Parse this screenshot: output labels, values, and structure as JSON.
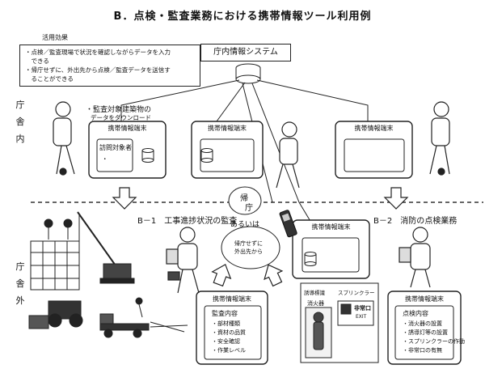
{
  "title": "B．点検・監査業務における携帯情報ツール利用例",
  "benefits": {
    "heading": "活用効果",
    "lines": [
      "・点検／監査現場で状況を確認しながらデータを入力",
      "　できる",
      "・帰庁せずに、外出先から点検／監査データを送信す",
      "　ることができる"
    ]
  },
  "system": {
    "label": "庁内情報システム"
  },
  "office_label": [
    "庁",
    "舎",
    "内"
  ],
  "outside_label": [
    "庁",
    "舎",
    "外"
  ],
  "download_note": [
    "・監査対象建築物の",
    "データをダウンロード"
  ],
  "terminal_title": "携帯情報端末",
  "terminal_item": {
    "title": "訪問対象者",
    "bullet": "・"
  },
  "section_left": "B－1　工事進捗状況の監査",
  "section_right": "B－2　消防の点検業務",
  "return_label": [
    "帰",
    "庁"
  ],
  "or_label": "あるいは",
  "send_label": [
    "帰庁せずに",
    "外出先から"
  ],
  "audit_detail": {
    "title": "携帯情報端末",
    "heading": "監査内容",
    "items": [
      "・部材種類",
      "・資材の品質",
      "・安全確認",
      "・作業レベル"
    ]
  },
  "fire_detail": {
    "title": "携帯情報端末",
    "heading": "点検内容",
    "items": [
      "・消火器の設置",
      "・誘導灯等の設置",
      "・スプリンクラーの作動",
      "・非常口の有無"
    ]
  },
  "fire_scene": {
    "left_tag": "誘導標識",
    "right_tag": "スプリンクラー",
    "extinguisher": "消火器",
    "exit_sign": [
      "非常口",
      "EXIT"
    ]
  }
}
